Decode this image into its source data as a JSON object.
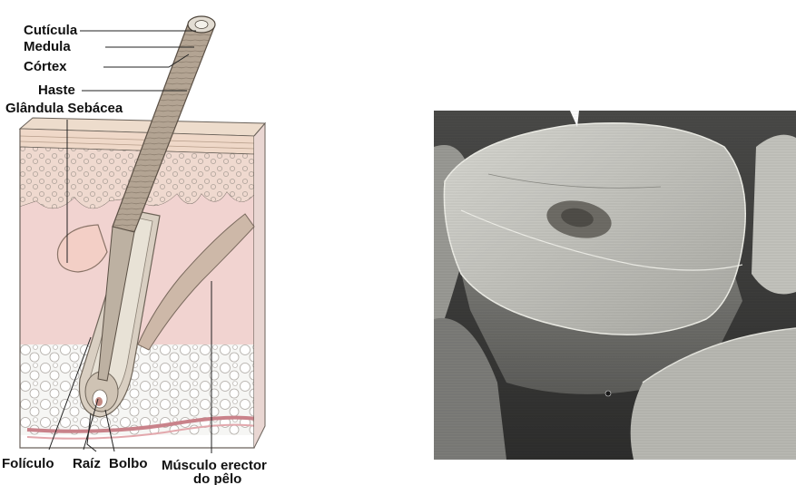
{
  "labels": {
    "cuticula": "Cutícula",
    "medula": "Medula",
    "cortex": "Córtex",
    "haste": "Haste",
    "glandula": "Glândula Sebácea",
    "foliculo": "Folículo",
    "raiz": "Raíz",
    "bolbo": "Bolbo",
    "musculo_1": "Músculo erector",
    "musculo_2": "do pêlo"
  },
  "colors": {
    "skin_pink": "#f1d3d0",
    "epidermis": "#efd8c8",
    "hair_shaft": "#a89a8a",
    "fat": "#f6f6f4",
    "outline": "#555048",
    "label_text": "#111111",
    "micrograph_bg": "#3a3a3a",
    "micrograph_hair": "#c8c8c2"
  },
  "icons": [
    "hair-follicle-diagram",
    "hair-cross-section-micrograph"
  ]
}
